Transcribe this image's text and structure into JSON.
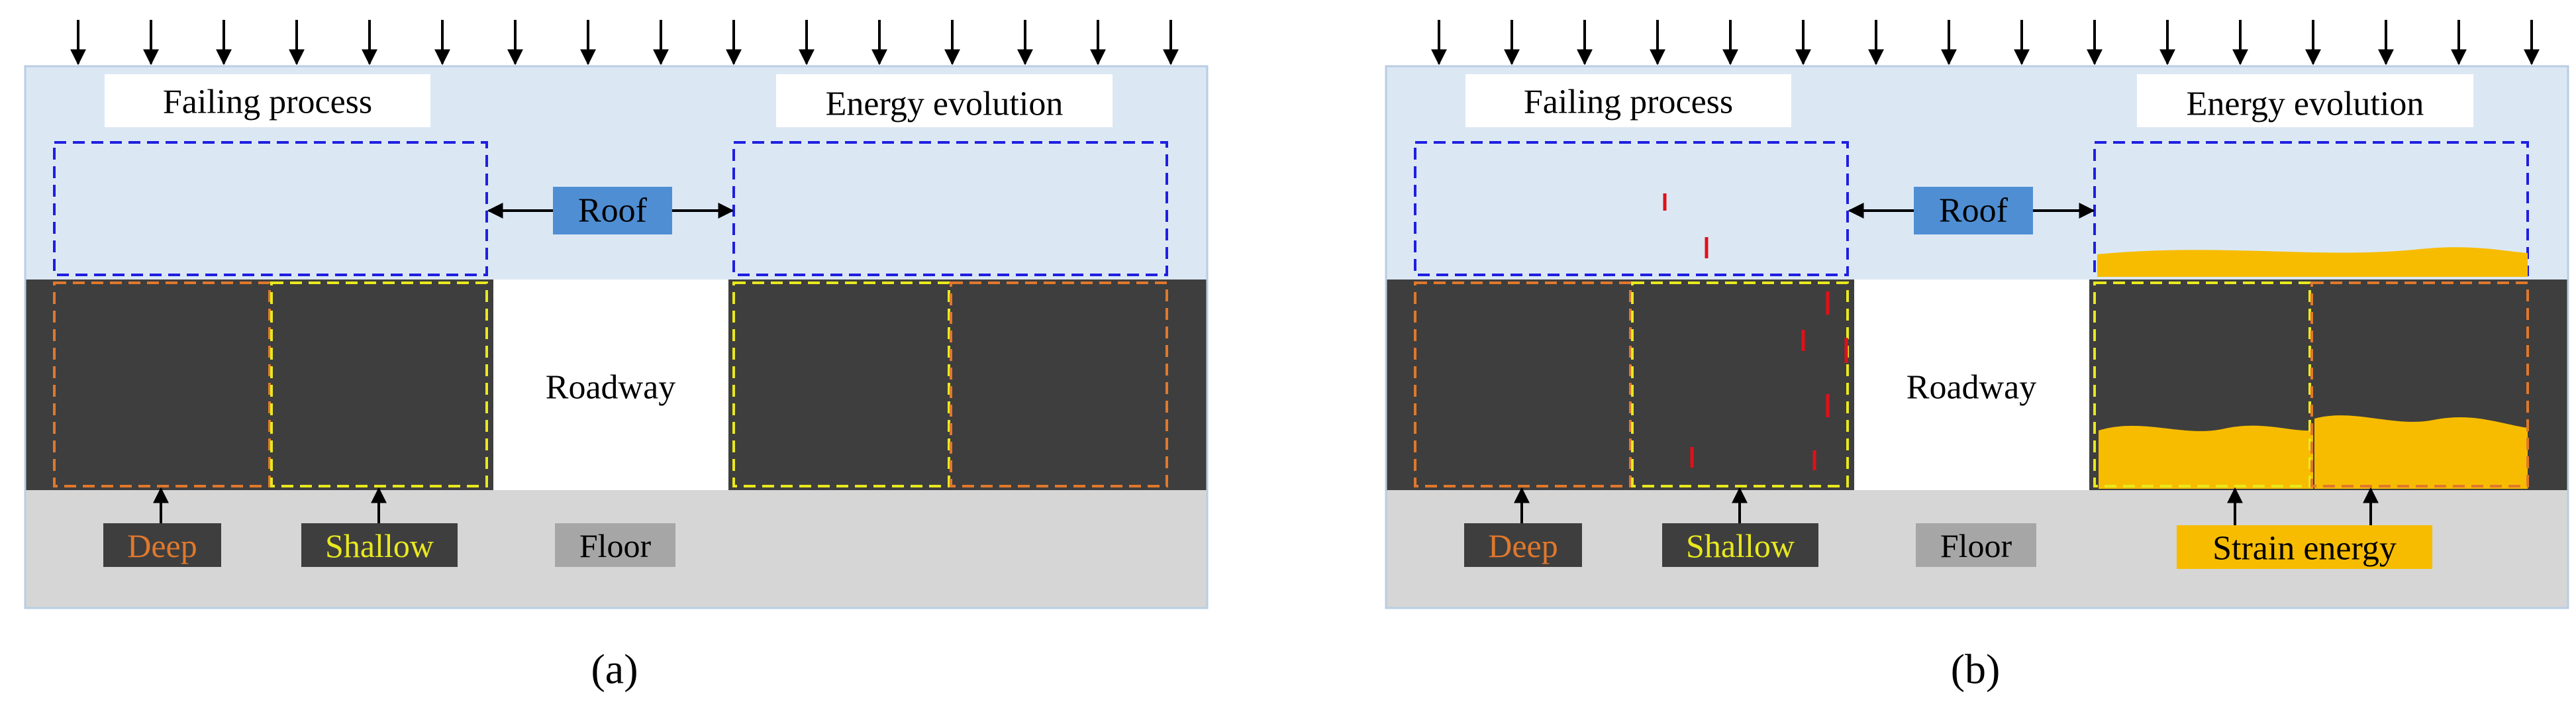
{
  "colors": {
    "roof_fill": "#dbe8f4",
    "roof_border": "#b9cde3",
    "coal_fill": "#3e3e3e",
    "floor_fill": "#d6d6d6",
    "roadway_fill": "#ffffff",
    "blue_dash": "#1f1fe0",
    "orange_dash": "#e0782c",
    "yellow_dash": "#e8e81f",
    "roof_label_fill": "#4f8ed3",
    "floor_label_fill": "#a6a6a6",
    "crack": "#e0101a",
    "strain": "#f7bc00",
    "arrow": "#000000"
  },
  "panels": [
    {
      "id": "a",
      "caption": "(a)",
      "failing_process": "Failing process",
      "energy_evolution": "Energy evolution",
      "roof": "Roof",
      "roadway": "Roadway",
      "floor": "Floor",
      "deep": "Deep",
      "shallow": "Shallow",
      "strain_energy": "",
      "show_cracks": false,
      "show_strain": false
    },
    {
      "id": "b",
      "caption": "(b)",
      "failing_process": "Failing process",
      "energy_evolution": "Energy evolution",
      "roof": "Roof",
      "roadway": "Roadway",
      "floor": "Floor",
      "deep": "Deep",
      "shallow": "Shallow",
      "strain_energy": "Strain energy",
      "show_cracks": true,
      "show_strain": true
    }
  ]
}
